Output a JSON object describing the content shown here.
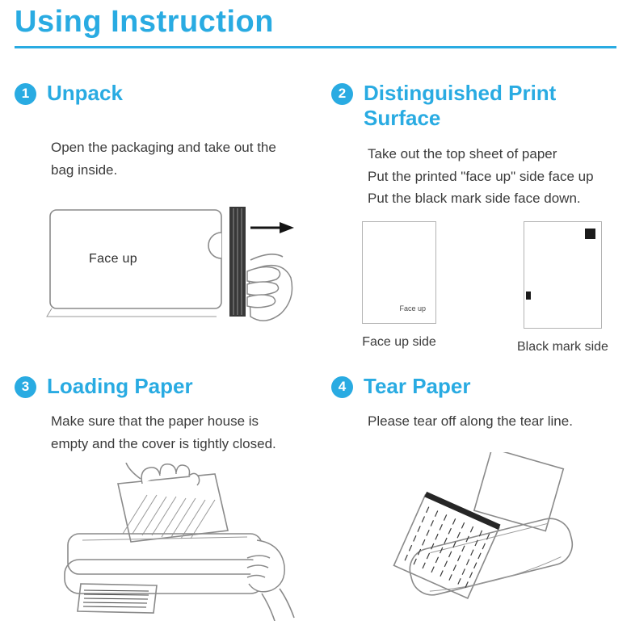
{
  "page": {
    "title": "Using Instruction",
    "accent_color": "#29abe2"
  },
  "steps": [
    {
      "number": "1",
      "title": "Unpack",
      "body_lines": [
        "Open the packaging and take out the",
        "bag inside."
      ],
      "bag_label": "Face up"
    },
    {
      "number": "2",
      "title": "Distinguished Print Surface",
      "body_lines": [
        "Take out the top sheet of paper",
        "Put the printed \"face up\" side face up",
        "Put the black mark side face down."
      ],
      "paper_label": "Face up",
      "captions": [
        "Face up side",
        "Black mark side"
      ]
    },
    {
      "number": "3",
      "title": "Loading Paper",
      "body_lines": [
        "Make sure that the paper house is",
        "empty and the cover is tightly closed."
      ]
    },
    {
      "number": "4",
      "title": "Tear Paper",
      "body_lines": [
        "Please tear off along the tear line."
      ]
    }
  ]
}
